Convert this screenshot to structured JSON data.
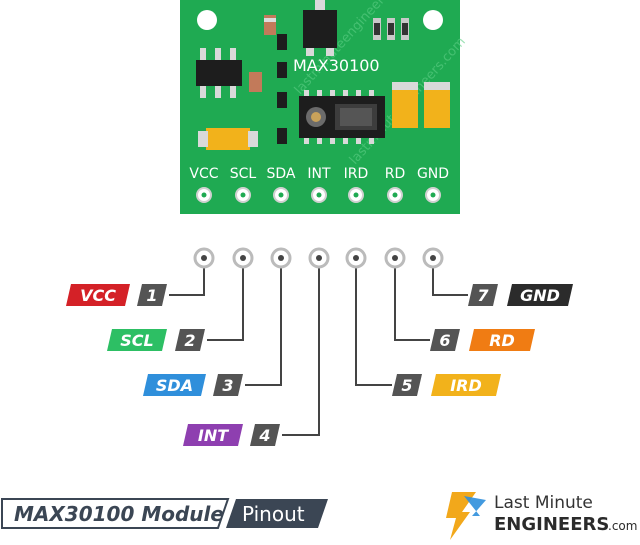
{
  "board": {
    "chip_label": "MAX30100",
    "watermark": "lastminuteengineers.com",
    "pins": [
      "VCC",
      "SCL",
      "SDA",
      "INT",
      "IRD",
      "RD",
      "GND"
    ]
  },
  "pinout": [
    {
      "number": "1",
      "label": "VCC",
      "color": "#d42127"
    },
    {
      "number": "2",
      "label": "SCL",
      "color": "#2dbf64"
    },
    {
      "number": "3",
      "label": "SDA",
      "color": "#2f8fdb"
    },
    {
      "number": "4",
      "label": "INT",
      "color": "#8e3fb0"
    },
    {
      "number": "5",
      "label": "IRD",
      "color": "#f2b21b"
    },
    {
      "number": "6",
      "label": "RD",
      "color": "#f07c13"
    },
    {
      "number": "7",
      "label": "GND",
      "color": "#2b2b2b"
    }
  ],
  "colors": {
    "board": "#1faa52",
    "number_tag": "#545454",
    "wire": "#444444",
    "title_dark": "#3b4654"
  },
  "footer": {
    "title": "MAX30100 Module",
    "subtitle": "Pinout",
    "brand_line1": "Last Minute",
    "brand_line2": "ENGINEERS",
    "brand_suffix": ".com",
    "brand_icon": "lightning-bolt-icon"
  }
}
